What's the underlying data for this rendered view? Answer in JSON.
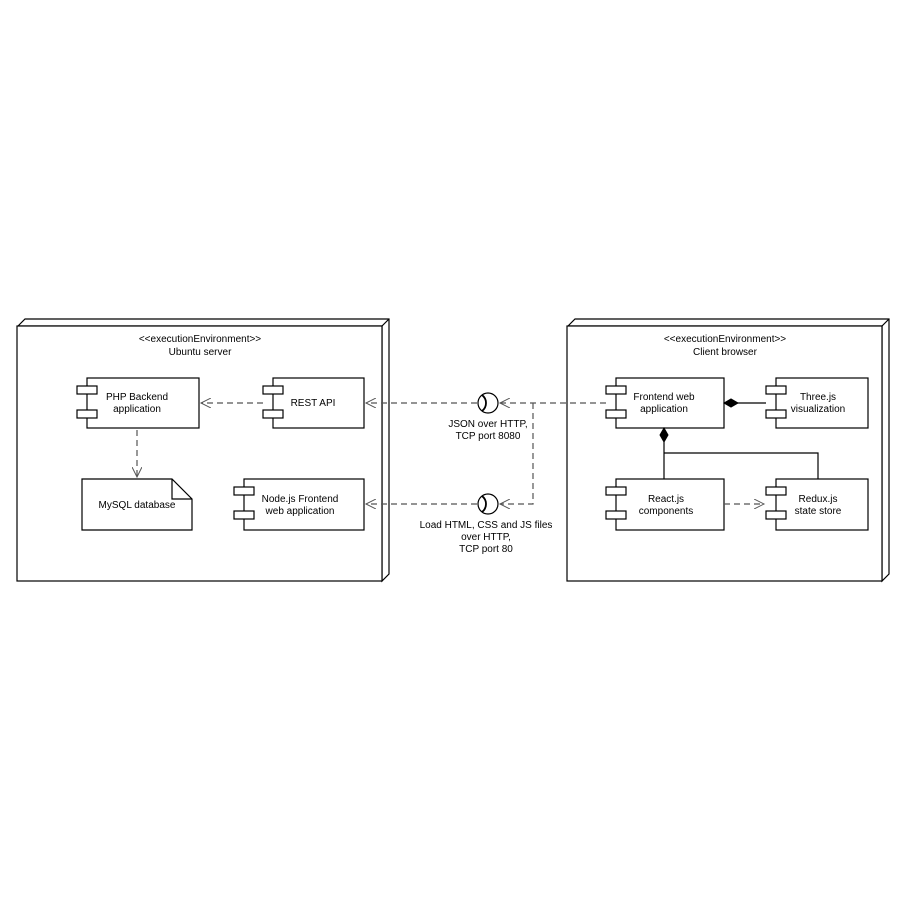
{
  "nodes": {
    "ubuntu": {
      "stereotype": "<<executionEnvironment>>",
      "name": "Ubuntu server",
      "components": {
        "php_backend": [
          "PHP Backend",
          "application"
        ],
        "rest_api": [
          "REST API"
        ],
        "mysql": [
          "MySQL database"
        ],
        "nodejs_frontend": [
          "Node.js Frontend",
          "web application"
        ]
      }
    },
    "client": {
      "stereotype": "<<executionEnvironment>>",
      "name": "Client browser",
      "components": {
        "frontend_web_app": [
          "Frontend web",
          "application"
        ],
        "threejs": [
          "Three.js",
          "visualization"
        ],
        "reactjs": [
          "React.js",
          "components"
        ],
        "redux": [
          "Redux.js",
          "state store"
        ]
      }
    }
  },
  "interfaces": {
    "json_http": [
      "JSON over HTTP,",
      "TCP port 8080"
    ],
    "load_html": [
      "Load HTML, CSS and JS files",
      "over  HTTP,",
      "TCP port 80"
    ]
  },
  "colors": {
    "line": "#000000",
    "dashed": "#555555",
    "background": "#ffffff"
  }
}
